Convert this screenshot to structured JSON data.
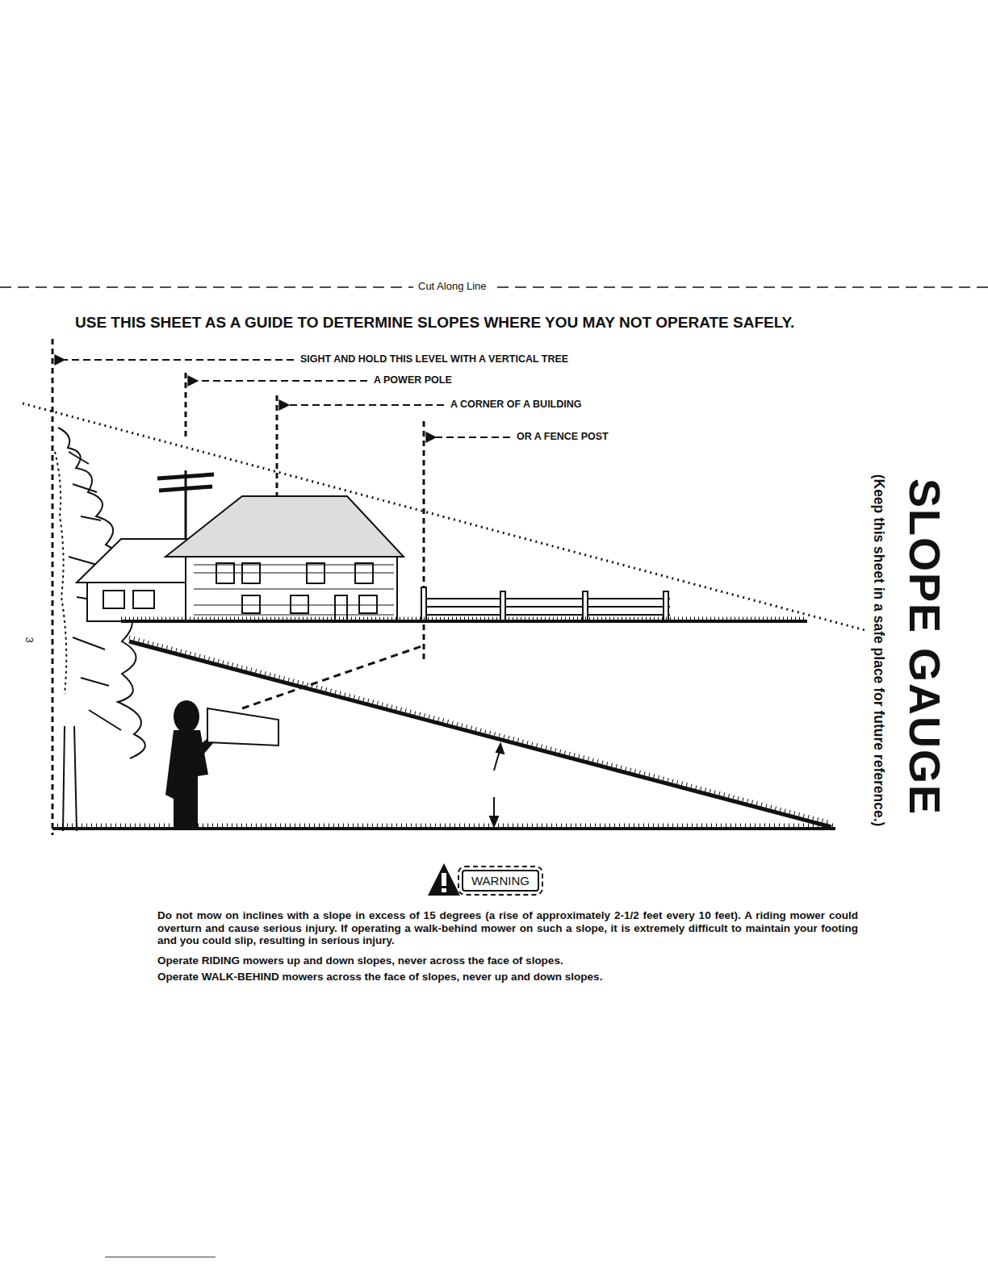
{
  "diagram": {
    "title": "USE THIS SHEET AS A GUIDE TO DETERMINE SLOPES WHERE YOU MAY NOT OPERATE SAFELY.",
    "nodes": [
      {
        "text": [
          "WARNING"
        ]
      }
    ],
    "labels": [
      "Cut Along Line",
      "SIGHT AND HOLD THIS LEVEL WITH A VERTICAL TREE",
      "A POWER POLE",
      "A CORNER OF A BUILDING",
      "OR A FENCE POST",
      "SLOPE GAUGE",
      "(Keep this sheet in a safe place for future reference.)",
      "3",
      "Do not mow on inclines with a slope in excess of 15 degrees (a rise of approximately 2-1/2 feet every 10 feet). A riding mower could overturn and cause serious injury. If operating a walk-behind mower on such a slope, it is extremely difficult to maintain your footing and you could slip, resulting in serious injury.",
      "Operate RIDING mowers up and down slopes, never across the face of slopes.",
      "Operate WALK-BEHIND mowers across the face of slopes, never up and down slopes."
    ]
  }
}
